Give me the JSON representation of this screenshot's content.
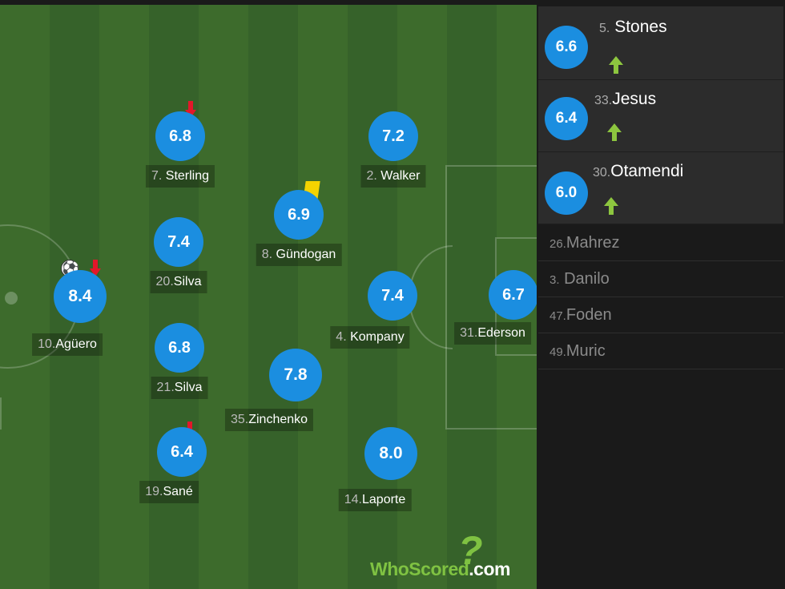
{
  "colors": {
    "rating": "#1b8ee0",
    "sub_down": "#e3172a",
    "sub_up": "#8dc63f",
    "yellow_card": "#f4d300"
  },
  "players": [
    {
      "key": "sterling",
      "number": "7.",
      "name": "Sterling",
      "rating": "6.8",
      "icons": [
        "sub-off-arrow-icon"
      ]
    },
    {
      "key": "walker",
      "number": "2.",
      "name": "Walker",
      "rating": "7.2",
      "icons": []
    },
    {
      "key": "gundogan",
      "number": "8.",
      "name": "Gündogan",
      "rating": "6.9",
      "icons": [
        "yellow-card-icon"
      ]
    },
    {
      "key": "david-silva",
      "number": "20.",
      "name": "Silva",
      "rating": "7.4",
      "icons": []
    },
    {
      "key": "aguero",
      "number": "10.",
      "name": "Agüero",
      "rating": "8.4",
      "icons": [
        "goal-ball-icon",
        "sub-off-arrow-icon"
      ]
    },
    {
      "key": "kompany",
      "number": "4.",
      "name": "Kompany",
      "rating": "7.4",
      "icons": []
    },
    {
      "key": "ederson",
      "number": "31.",
      "name": "Ederson",
      "rating": "6.7",
      "icons": []
    },
    {
      "key": "bernardo-silva",
      "number": "21.",
      "name": "Silva",
      "rating": "6.8",
      "icons": []
    },
    {
      "key": "zinchenko",
      "number": "35.",
      "name": "Zinchenko",
      "rating": "7.8",
      "icons": []
    },
    {
      "key": "sane",
      "number": "19.",
      "name": "Sané",
      "rating": "6.4",
      "icons": [
        "sub-off-arrow-icon"
      ]
    },
    {
      "key": "laporte",
      "number": "14.",
      "name": "Laporte",
      "rating": "8.0",
      "icons": []
    }
  ],
  "subs_on": [
    {
      "number": "5.",
      "name": "Stones",
      "rating": "6.6"
    },
    {
      "number": "33.",
      "name": "Jesus",
      "rating": "6.4"
    },
    {
      "number": "30.",
      "name": "Otamendi",
      "rating": "6.0"
    }
  ],
  "bench": [
    {
      "number": "26.",
      "name": "Mahrez"
    },
    {
      "number": "3.",
      "name": "Danilo"
    },
    {
      "number": "47.",
      "name": "Foden"
    },
    {
      "number": "49.",
      "name": "Muric"
    }
  ],
  "branding": {
    "logo_part1": "WhoScored",
    "logo_part2": ".com"
  }
}
